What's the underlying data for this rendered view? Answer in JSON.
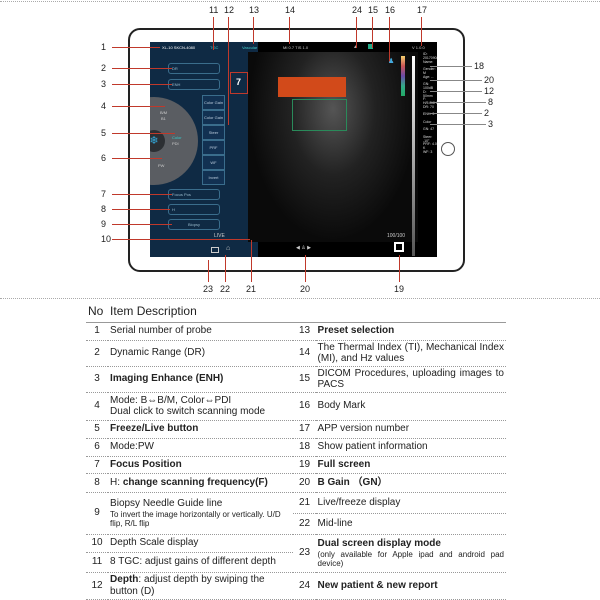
{
  "callouts": {
    "top": [
      "11",
      "12",
      "13",
      "14",
      "24",
      "15",
      "16",
      "17"
    ],
    "left": [
      "1",
      "2",
      "3",
      "4",
      "5",
      "6",
      "7",
      "8",
      "9",
      "10"
    ],
    "right": [
      "18",
      "20",
      "12",
      "8",
      "2",
      "3"
    ],
    "bottom": [
      "23",
      "22",
      "21",
      "20",
      "19"
    ],
    "focus": "7"
  },
  "screen": {
    "probe_serial": "XL-10 SKCN-4080",
    "tgc": "TGC",
    "preset": "Vascular",
    "params": "MI 0.7 TIS 1.0",
    "version": "V 1.0.0",
    "dr": "DR",
    "enh": "ENH",
    "mode_bm": "B/M",
    "mode_b": "B1",
    "mode_color": "Color",
    "mode_pdi": "PDI",
    "mode_pw": "PW",
    "side_buttons": [
      "Color Gain",
      "Color Gain",
      "Steer",
      "PRF",
      "WF",
      "Invert"
    ],
    "focus_pos": "Focus Pos",
    "freq": "H",
    "biopsy": "Biopsy",
    "live": "LIVE",
    "gain": "100/100",
    "info": [
      "ID: 20170908100",
      "Name:",
      "Gender: M",
      "Age: --",
      "GN: 100dB",
      "D: 50mm",
      "F: H/5.0MHz",
      "DR: 70",
      "ENH: 3",
      "Color",
      "GN: 47",
      "Steer: -10°",
      "PRF: 4.0 K",
      "WF: 3"
    ]
  },
  "table": {
    "header": {
      "no": "No",
      "desc": "Item Description"
    },
    "items": [
      {
        "no": "1",
        "text": "Serial number of probe"
      },
      {
        "no": "2",
        "text": "Dynamic Range   (DR)"
      },
      {
        "no": "3",
        "text": "Imaging Enhance   (ENH)"
      },
      {
        "no": "4",
        "text": "Mode: B⇔B/M, Color⇔PDI",
        "sub": "Dual click to switch scanning mode"
      },
      {
        "no": "5",
        "text": "Freeze/Live button"
      },
      {
        "no": "6",
        "text": "Mode:PW"
      },
      {
        "no": "7",
        "text": "Focus Position"
      },
      {
        "no": "8",
        "prefix": "H: ",
        "text": "change scanning frequency(F)"
      },
      {
        "no": "9",
        "text": "Biopsy Needle Guide line",
        "sub": "To invert the image horizontally or vertically. U/D flip, R/L flip"
      },
      {
        "no": "10",
        "text": "Depth Scale display"
      },
      {
        "no": "11",
        "text": "8 TGC: adjust gains of different depth"
      },
      {
        "no": "12",
        "text": "Depth",
        "suffix": ": adjust depth by swiping the button   (D)"
      },
      {
        "no": "13",
        "text": "Preset selection"
      },
      {
        "no": "14",
        "text": "The Thermal Index (TI), Mechanical Index (MI), and Hz values"
      },
      {
        "no": "15",
        "text": "DICOM Procedures, uploading images to PACS"
      },
      {
        "no": "16",
        "text": "Body Mark"
      },
      {
        "no": "17",
        "text": "APP version number"
      },
      {
        "no": "18",
        "text": "Show patient information"
      },
      {
        "no": "19",
        "text": "Full screen"
      },
      {
        "no": "20",
        "text": "B Gain （GN）"
      },
      {
        "no": "21",
        "text": "Live/freeze display"
      },
      {
        "no": "22",
        "text": "Mid-line"
      },
      {
        "no": "23",
        "text": "Dual screen display mode",
        "sub": "(only available for Apple ipad and android pad device)"
      },
      {
        "no": "24",
        "text": "New patient & new report"
      }
    ]
  }
}
